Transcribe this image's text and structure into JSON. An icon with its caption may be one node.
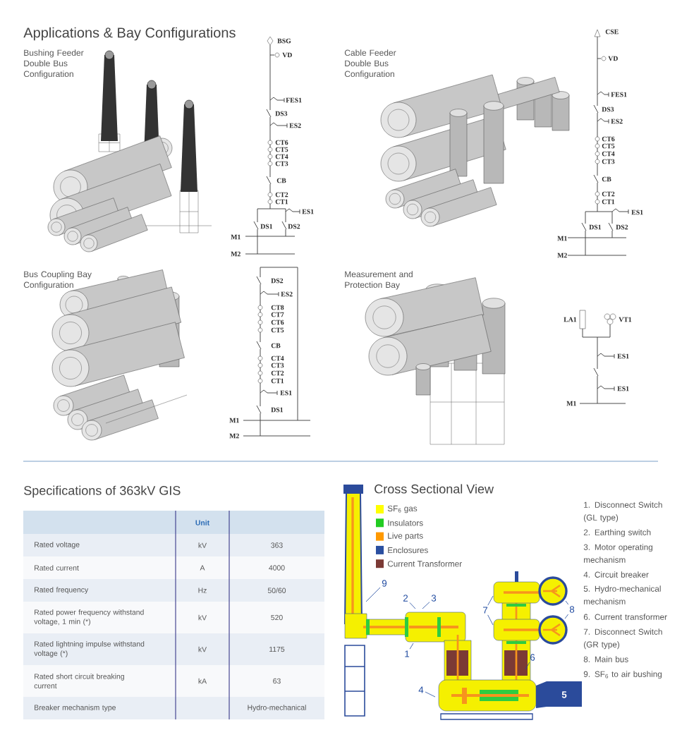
{
  "diagram": {
    "title": "Applications & Bay Configurations",
    "nodes": [
      {
        "text": [
          "1"
        ]
      },
      {
        "text": [
          "2"
        ]
      },
      {
        "text": [
          "3"
        ]
      },
      {
        "text": [
          "4"
        ]
      },
      {
        "text": [
          "6"
        ]
      },
      {
        "text": [
          "7"
        ]
      },
      {
        "text": [
          "8"
        ]
      },
      {
        "text": [
          "9"
        ]
      }
    ],
    "edges": [
      {
        "from": 0,
        "to": null,
        "arrow": "none"
      },
      {
        "from": 1,
        "to": null,
        "arrow": "none"
      },
      {
        "from": 2,
        "to": null,
        "arrow": "none"
      },
      {
        "from": 3,
        "to": null,
        "arrow": "none"
      },
      {
        "from": 4,
        "to": null,
        "arrow": "none"
      },
      {
        "from": 5,
        "to": null,
        "arrow": "none"
      },
      {
        "from": 5,
        "to": null,
        "arrow": "none"
      },
      {
        "from": 6,
        "to": null,
        "arrow": "none"
      },
      {
        "from": 6,
        "to": null,
        "arrow": "none"
      },
      {
        "from": 7,
        "to": null,
        "arrow": "none"
      }
    ],
    "labels": [
      "Bushing Feeder Double Bus Configuration",
      "BSG",
      "VD",
      "FES1",
      "DS3",
      "ES2",
      "CT6",
      "CT5",
      "CT4",
      "CT3",
      "CB",
      "CT2",
      "CT1",
      "ES1",
      "DS1",
      "DS2",
      "M1",
      "M2",
      "Cable Feeder Double Bus Configuration",
      "CSE",
      "VD",
      "FES1",
      "DS3",
      "ES2",
      "CT6",
      "CT5",
      "CT4",
      "CT3",
      "CB",
      "CT2",
      "CT1",
      "ES1",
      "DS1",
      "DS2",
      "M1",
      "M2",
      "Bus Coupling Bay Configuration",
      "DS2",
      "ES2",
      "CT8",
      "CT7",
      "CT6",
      "CT5",
      "CB",
      "CT4",
      "CT3",
      "CT2",
      "CT1",
      "ES1",
      "DS1",
      "M1",
      "M2",
      "Measurement and Protection Bay",
      "LA1",
      "VT1",
      "ES1",
      "ES1",
      "M1",
      "Specifications of 363kV GIS",
      "Unit",
      "Rated voltage",
      "kV",
      "363",
      "Rated current",
      "A",
      "4000",
      "Rated frequency",
      "Hz",
      "50/60",
      "Rated power frequency withstand voltage, 1 min (*)",
      "kV",
      "520",
      "Rated lightning impulse withstand voltage (*)",
      "kV",
      "1175",
      "Rated short circuit breaking current",
      "kA",
      "63",
      "Breaker mechanism type",
      "Hydro-mechanical",
      "Cross Sectional View",
      "5",
      "1. Disconnect Switch (GL type)",
      "2. Earthing switch",
      "3. Motor operating mechanism",
      "4. Circuit breaker",
      "5. Hydro-mechanical mechanism",
      "6. Current transformer",
      "7. Disconnect Switch (GR type)",
      "8. Main bus",
      "9. SF$_{6}$ to air bushing"
    ],
    "legend": [
      {
        "text": "SF$_{6}$ gas",
        "color": "#ffff00"
      },
      {
        "text": "Insulators",
        "color": "#22cc22"
      },
      {
        "text": "Live parts",
        "color": "#ff9900"
      },
      {
        "text": "Enclosures",
        "color": "#2a4fa0"
      },
      {
        "text": "Current Transformer",
        "color": "#7b3a35"
      }
    ]
  }
}
